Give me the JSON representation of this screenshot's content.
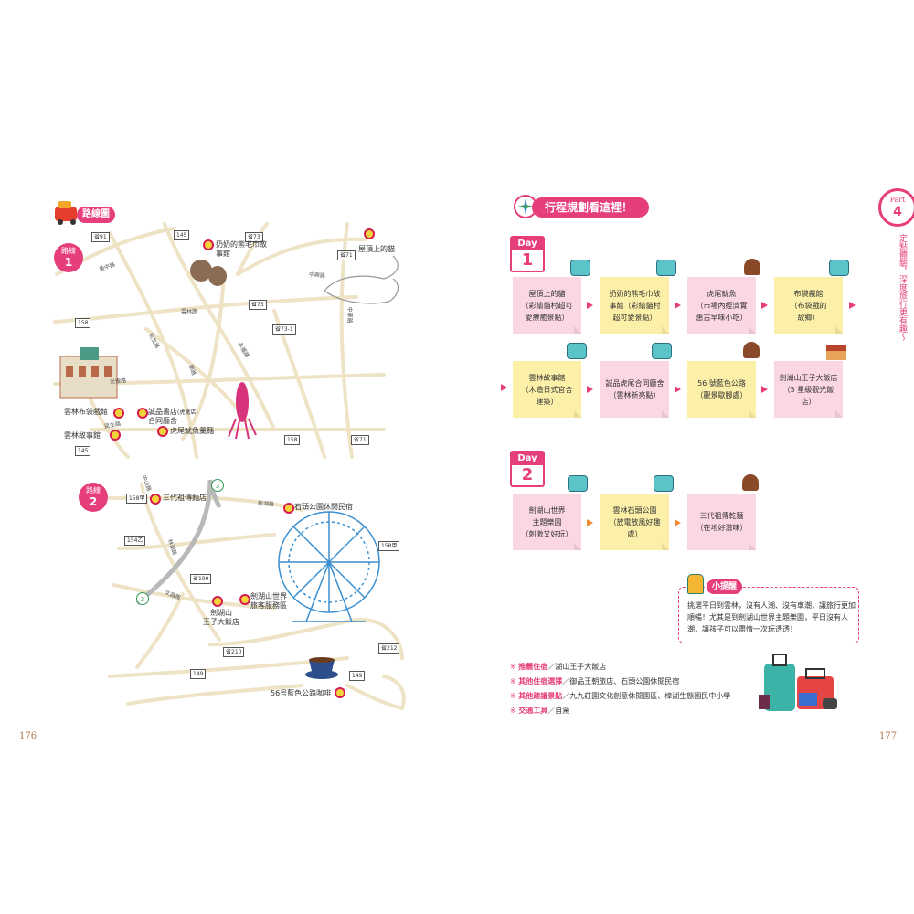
{
  "left_page": {
    "map_title": "路線圖",
    "route1_badge": {
      "line1": "路線",
      "line2": "1"
    },
    "route2_badge": {
      "line1": "路線",
      "line2": "2"
    },
    "road_numbers_1": [
      "91",
      "145",
      "73",
      "71",
      "158",
      "73",
      "73-1",
      "145",
      "158",
      "71"
    ],
    "road_names_1": [
      "黃中路",
      "光復路",
      "雲林路",
      "中興路",
      "中華路",
      "民生路",
      "永福路",
      "民生路",
      "樂路"
    ],
    "places_1": {
      "grandma": "奶奶的熊毛巾故事館",
      "cat": "屋頂上的貓",
      "budai": "雲林布袋戲館",
      "story": "雲林故事館",
      "chengpin_line1": "誠品書店",
      "chengpin_small": "(虎尾店)",
      "chengpin_line2": "合同廳舍",
      "squid": "虎尾魷魚羹麵"
    },
    "road_numbers_2": [
      "158甲",
      "154乙",
      "158甲",
      "199",
      "210",
      "212",
      "149",
      "149"
    ],
    "road_names_2": [
      "中山路",
      "新湖路",
      "林湖路",
      "文昌路",
      "3",
      "3"
    ],
    "places_2": {
      "sandai": "三代祖傳麵店",
      "shijing": "石頭公園休閒民宿",
      "jianhu_hotel_l1": "劍湖山",
      "jianhu_hotel_l2": "王子大飯店",
      "jianhu_park_l1": "劍湖山世界",
      "jianhu_park_l2": "旅客服務區",
      "coffee": "56号藍色公路咖啡"
    },
    "page_number": "176"
  },
  "right_page": {
    "plan_title": "行程規劃看這裡！",
    "day1": {
      "label": "Day",
      "number": "1",
      "row1": [
        {
          "l1": "屋頂上的貓",
          "l2": "（彩繪貓村超可",
          "l3": "愛療癒景點）"
        },
        {
          "l1": "奶奶的熊毛巾故",
          "l2": "事館（彩繪貓村",
          "l3": "超可愛景點）"
        },
        {
          "l1": "虎尾魷魚",
          "l2": "（市場內經濟實",
          "l3": "惠古早味小吃）"
        },
        {
          "l1": "布袋戲館",
          "l2": "（布袋戲的",
          "l3": "故鄉）"
        }
      ],
      "row2": [
        {
          "l1": "雲林故事館",
          "l2": "（木造日式官舍",
          "l3": "建築）"
        },
        {
          "l1": "誠品虎尾合同廳舍",
          "l2": "（雲林新亮點）",
          "l3": ""
        },
        {
          "l1": "56 號藍色公路",
          "l2": "（觀景歇腳處）",
          "l3": ""
        },
        {
          "l1": "劍湖山王子大飯店",
          "l2": "（5 星級觀光飯店）",
          "l3": ""
        }
      ]
    },
    "day2": {
      "label": "Day",
      "number": "2",
      "row": [
        {
          "l1": "劍湖山世界",
          "l2": "主題樂園",
          "l3": "（刺激又好玩）"
        },
        {
          "l1": "雲林石頭公園",
          "l2": "（放電放風好趣處）",
          "l3": ""
        },
        {
          "l1": "三代祖傳乾麵",
          "l2": "（在地好滋味）",
          "l3": ""
        }
      ]
    },
    "tip": {
      "label": "小提醒",
      "text": "挑選平日到雲林，沒有人潮、沒有車潮，讓旅行更加順暢！尤其是到劍湖山世界主題樂園，平日沒有人潮，讓孩子可以盡情一次玩透透！"
    },
    "info": [
      {
        "star": "※",
        "key": "推薦住宿",
        "value": "／湖山王子大飯店"
      },
      {
        "star": "※",
        "key": "其他住宿選擇",
        "value": "／御品王朝旅店、石頭公園休閒民宿"
      },
      {
        "star": "※",
        "key": "其他建議景點",
        "value": "／九九莊園文化創意休閒園區、樟湖生態國民中小學"
      },
      {
        "star": "※",
        "key": "交通工具",
        "value": "／自駕"
      }
    ],
    "part_badge": {
      "label": "Part",
      "number": "4"
    },
    "side_text": "定點體驗，深度旅行更有趣～",
    "page_number": "177",
    "colors": {
      "accent": "#e63e7b",
      "pink_card": "#fbd6e3",
      "yellow_card": "#fcf0a8",
      "orange_arrow": "#f08a2c"
    }
  }
}
